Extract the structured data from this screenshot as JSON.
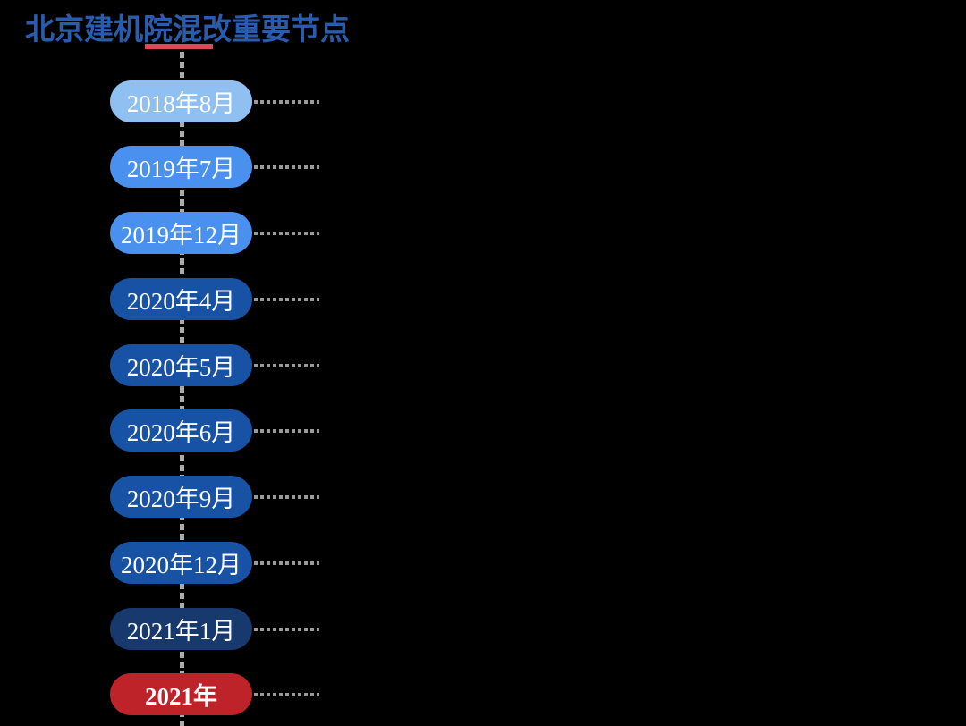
{
  "page": {
    "background_color": "#000000"
  },
  "title": {
    "text": "北京建机院混改重要节点",
    "color": "#2A5CAD",
    "underline_color": "#DD4956"
  },
  "timeline": {
    "spine_color": "#ABABAB",
    "connector_color": "#9A9A9A",
    "items": [
      {
        "label": "2018年8月",
        "color": "#90BFF2",
        "bold": false
      },
      {
        "label": "2019年7月",
        "color": "#4A90EE",
        "bold": false
      },
      {
        "label": "2019年12月",
        "color": "#4A90EE",
        "bold": false
      },
      {
        "label": "2020年4月",
        "color": "#1852A5",
        "bold": false
      },
      {
        "label": "2020年5月",
        "color": "#1852A5",
        "bold": false
      },
      {
        "label": "2020年6月",
        "color": "#1852A5",
        "bold": false
      },
      {
        "label": "2020年9月",
        "color": "#1852A5",
        "bold": false
      },
      {
        "label": "2020年12月",
        "color": "#1852A5",
        "bold": false
      },
      {
        "label": "2021年1月",
        "color": "#17396D",
        "bold": false
      },
      {
        "label": "2021年",
        "color": "#BF232A",
        "bold": true
      }
    ]
  }
}
